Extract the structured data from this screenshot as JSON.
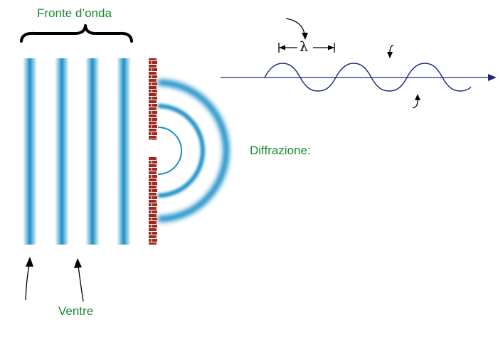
{
  "labels": {
    "wavefront": "Fronte d’onda",
    "diffraction": "Diffrazione:",
    "antinode": "Ventre",
    "wavelength_symbol": "λ"
  },
  "colors": {
    "wave_blue": "#1a8fc8",
    "brick": "#9c2a20",
    "label_green": "#1a8a2e",
    "axis_navy": "#1a2a7a"
  },
  "icons": {
    "brace": "curly-brace-icon",
    "arrow": "pointer-arrow-icon",
    "wall": "brick-wall-icon"
  }
}
